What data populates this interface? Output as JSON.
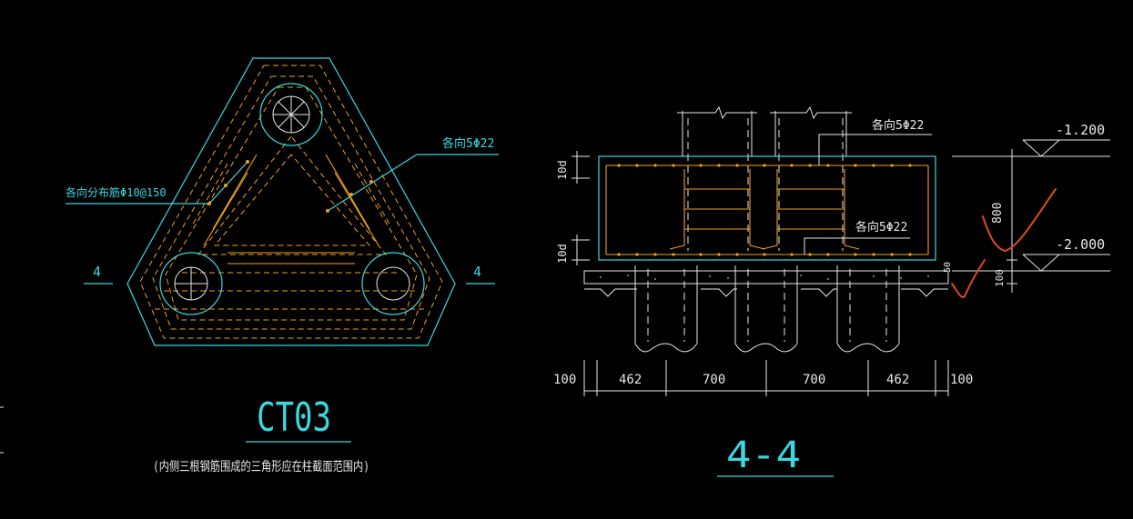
{
  "plan_view": {
    "title": "CT03",
    "note": "(内侧三根钢筋围成的三角形应在柱截面范围内)",
    "label_distribution_bars": "各向分布筋Φ10@150",
    "label_main_bars": "各向5Φ22",
    "section_mark_left": "4",
    "section_mark_right": "4"
  },
  "section_view": {
    "title": "4-4",
    "label_top_bars": "各向5Φ22",
    "label_bottom_bars": "各向5Φ22",
    "elevation_top": "-1.200",
    "elevation_bottom": "-2.000",
    "dim_height": "800",
    "dim_cushion": "100",
    "dim_cover": "50",
    "dim_anchor_top": "10d",
    "dim_anchor_bottom": "10d",
    "dims_horizontal": [
      "100",
      "462",
      "700",
      "700",
      "462",
      "100"
    ]
  },
  "colors": {
    "cyan": "#3ad8e0",
    "white": "#e8e8e8",
    "orange": "#f0a020",
    "red_markup": "#e04a1e",
    "background": "#000000"
  }
}
